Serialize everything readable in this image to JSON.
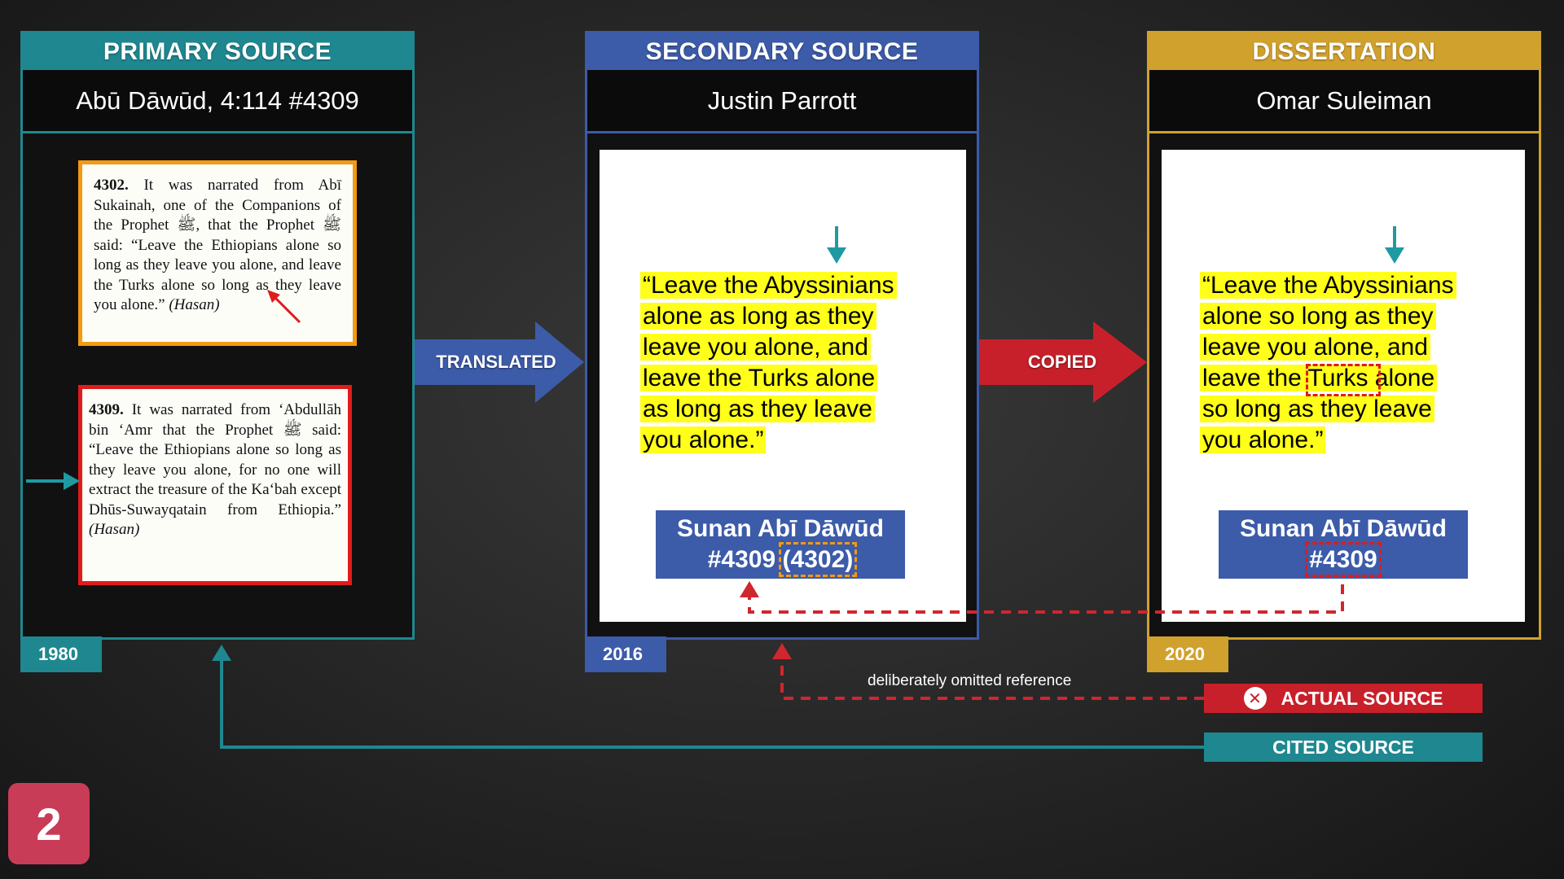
{
  "colors": {
    "primary": "#1f8790",
    "secondary": "#3c5ba9",
    "dissertation": "#d1a12e",
    "highlight": "#ffff1a",
    "red": "#c8202a",
    "orange": "#f39a12"
  },
  "primary": {
    "header": "PRIMARY SOURCE",
    "subtitle": "Abū Dāwūd, 4:114 #4309",
    "year": "1980",
    "hadith_4302": {
      "number": "4302.",
      "text": "It was narrated from Abī Sukainah, one of the Companions of the Prophet ﷺ, that the Prophet ﷺ said: “Leave the Ethiopians alone so long as they leave you alone, and leave the Turks alone so long as they leave you alone.”",
      "grade": "(Hasan)"
    },
    "hadith_4309": {
      "number": "4309.",
      "text": "It was narrated from ‘Abdullāh bin ‘Amr that the Prophet ﷺ said: “Leave the Ethiopians alone so long as they leave you alone, for no one will extract the treasure of the Ka‘bah except Dhūs-Suwayqatain from Ethiopia.”",
      "grade": "(Hasan)"
    }
  },
  "secondary": {
    "header": "SECONDARY SOURCE",
    "subtitle": "Justin Parrott",
    "year": "2016",
    "quote_lines": [
      "“Leave the Abyssinians",
      "alone as long as they",
      "leave you alone, and",
      "leave the Turks alone",
      "as long as they leave",
      "you alone.”"
    ],
    "cite_line1": "Sunan Abī Dāwūd",
    "cite_ref": "#4309",
    "cite_alt": "(4302)"
  },
  "dissertation": {
    "header": "DISSERTATION",
    "subtitle": "Omar Suleiman",
    "year": "2020",
    "quote_lines": [
      "“Leave the Abyssinians",
      "alone so long as they",
      "leave you alone, and",
      "leave the Turks alone",
      "so long as they leave",
      "you alone.”"
    ],
    "cite_line1": "Sunan Abī Dāwūd",
    "cite_ref": "#4309"
  },
  "arrows": {
    "translated": "TRANSLATED",
    "copied": "COPIED"
  },
  "annotations": {
    "omitted": "deliberately omitted reference"
  },
  "legend": {
    "actual": "ACTUAL SOURCE",
    "actual_icon": "x-circle-icon",
    "cited": "CITED SOURCE"
  },
  "slide_number": "2"
}
